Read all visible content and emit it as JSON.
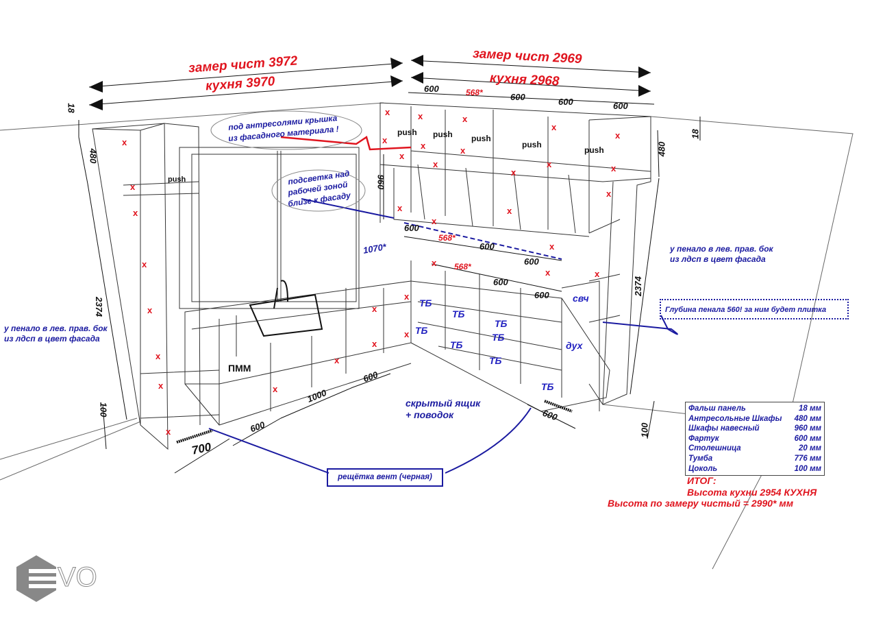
{
  "top_dims": {
    "left_clear": "замер чист 3972",
    "left_kitchen": "кухня 3970",
    "right_clear": "замер чист 2969",
    "right_kitchen": "кухня 2968"
  },
  "annotations": {
    "mezzanine_note_1": "под антресолями крышка",
    "mezzanine_note_2": "из фасадного материала !",
    "light_note_1": "подсветка над",
    "light_note_2": "рабочей зоной",
    "light_note_3": "близе к фасаду",
    "pencil_right_1": "у пенало в лев. прав. бок",
    "pencil_right_2": "из лдсп в цвет фасада",
    "pencil_left_1": "у пенало в лев. прав. бок",
    "pencil_left_2": "из лдсп в цвет фасада",
    "depth_note": "Глубина пенала 560! за ним будет плитка",
    "hidden_drawer_1": "скрытый ящик",
    "hidden_drawer_2": "+ поводок",
    "vent_note": "рещётка вент (черная)"
  },
  "dimensions": {
    "upper_widths": [
      "600",
      "568*",
      "600",
      "600",
      "600"
    ],
    "apron_widths": [
      "600",
      "568*",
      "600",
      "600"
    ],
    "base_widths": [
      "568*",
      "600",
      "600"
    ],
    "height_18_left": "18",
    "height_480_left": "480",
    "height_2374_left": "2374",
    "height_100_left": "100",
    "height_960": "960",
    "height_18_right": "18",
    "height_480_right": "480",
    "height_2374_right": "2374",
    "height_100_right": "100",
    "window_1070": "1070*",
    "bottom_700": "700",
    "bottom_600_a": "600",
    "bottom_1000": "1000",
    "bottom_600_b": "600",
    "bottom_600_right": "600"
  },
  "cabinet_labels": {
    "push": "push",
    "dishwasher": "ПММ",
    "microwave": "свч",
    "oven": "дух",
    "tb": "ТБ"
  },
  "marker": "x",
  "legend": [
    {
      "label": "Фальш панель",
      "value": "18 мм"
    },
    {
      "label": "Антресольные Шкафы",
      "value": "480 мм"
    },
    {
      "label": "Шкафы навесный",
      "value": "960 мм"
    },
    {
      "label": "Фартук",
      "value": "600 мм"
    },
    {
      "label": "Столешница",
      "value": "20 мм"
    },
    {
      "label": "Тумба",
      "value": "776 мм"
    },
    {
      "label": "Цоколь",
      "value": "100 мм"
    }
  ],
  "totals": {
    "heading": "ИТОГ:",
    "kitchen_height": "Высота кухни 2954 КУХНЯ",
    "measured_height": "Высота по замеру чистый = 2990* мм"
  },
  "logo_text": "VO",
  "colors": {
    "red": "#e0141e",
    "blue": "#1a1aa0"
  }
}
